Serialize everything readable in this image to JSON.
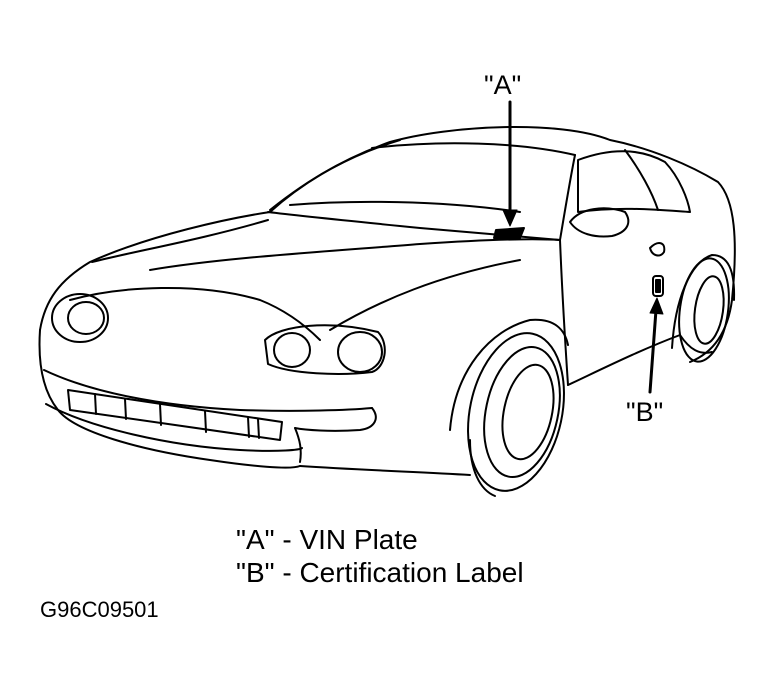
{
  "callouts": {
    "a": "\"A\"",
    "b": "\"B\""
  },
  "legend": [
    "\"A\" - VIN Plate",
    "\"B\" - Certification Label"
  ],
  "figure_code": "G96C09501"
}
